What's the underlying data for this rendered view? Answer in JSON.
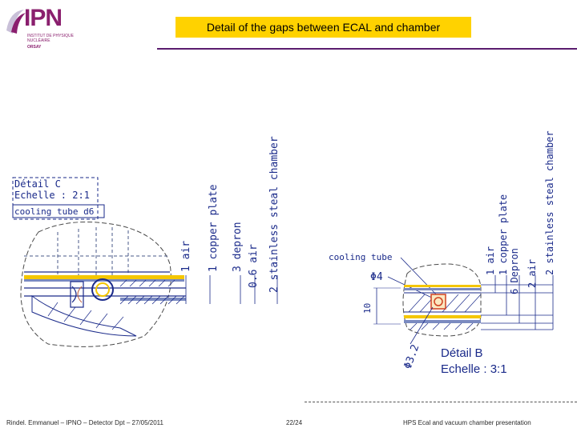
{
  "header": {
    "title": "Detail of the gaps between ECAL and chamber",
    "logo": {
      "main": "IPN",
      "sub": "INSTITUT DE PHYSIQUE NUCLÉAIRE",
      "city": "ORSAY"
    }
  },
  "left_drawing": {
    "detail_label": "Détail C",
    "scale_label": "Echelle :  2:1",
    "tube_label": "cooling tube d6",
    "layers": [
      "1 air",
      "1 copper plate",
      "3 depron",
      "0.6 air",
      "2 stainless steal chamber"
    ]
  },
  "right_drawing": {
    "tube_label": "cooling tube",
    "diameter_label": "Φ4",
    "height_label": "10",
    "radius_label": "Φ3.2",
    "detail_label": "Détail B",
    "scale_label": "Echelle :    3:1",
    "layers": [
      "1 air",
      "1 copper plate",
      "6 Depron",
      "2 air",
      "2 stainless steal chamber"
    ]
  },
  "footer": {
    "left": "Rindel. Emmanuel – IPNO – Detector Dpt – 27/05/2011",
    "center": "22/24",
    "right": "HPS Ecal and vacuum chamber presentation"
  },
  "colors": {
    "title_bg": "#ffd200",
    "brand": "#8a1f6e",
    "rule": "#5a1c6e",
    "drawing_line": "#1a2a8a"
  }
}
